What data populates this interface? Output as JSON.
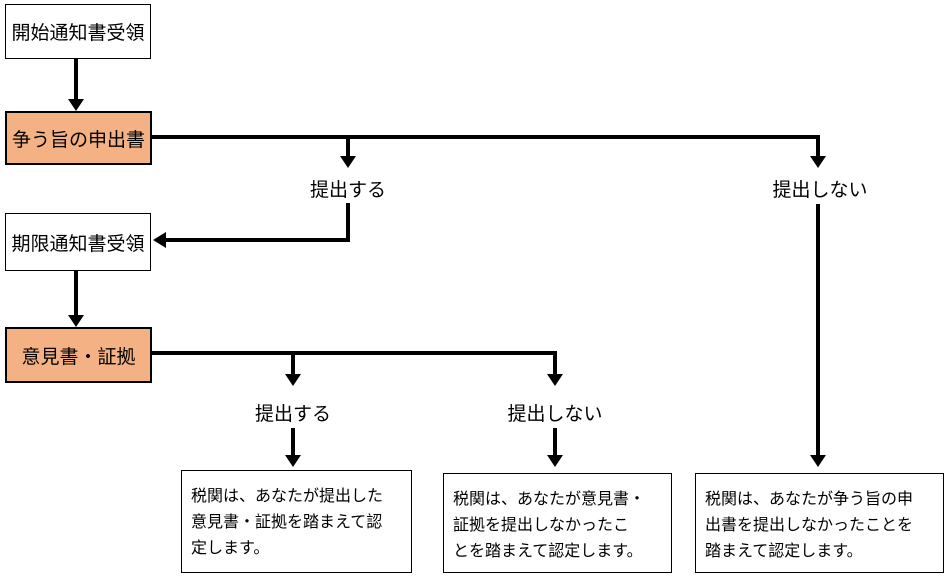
{
  "flowchart": {
    "nodes": {
      "start_notice": {
        "label": "開始通知書受領"
      },
      "dispute_statement": {
        "label": "争う旨の申出書"
      },
      "deadline_notice": {
        "label": "期限通知書受領"
      },
      "opinion_evidence": {
        "label": "意見書・証拠"
      },
      "outcome_submitted": {
        "text": "税関は、あなたが提出した\n意見書・証拠を踏まえて認\n定します。"
      },
      "outcome_no_evidence": {
        "text": "税関は、あなたが意見書・\n証拠を提出しなかったこ\nとを踏まえて認定します。"
      },
      "outcome_no_statement": {
        "text": "税関は、あなたが争う旨の申\n出書を提出しなかったことを\n踏まえて認定します。"
      }
    },
    "branch_labels": {
      "statement_submit": "提出する",
      "statement_not_submit": "提出しない",
      "evidence_submit": "提出する",
      "evidence_not_submit": "提出しない"
    },
    "colors": {
      "highlight_fill": "#F4B183",
      "box_fill": "#FFFFFF",
      "line": "#000000"
    }
  }
}
